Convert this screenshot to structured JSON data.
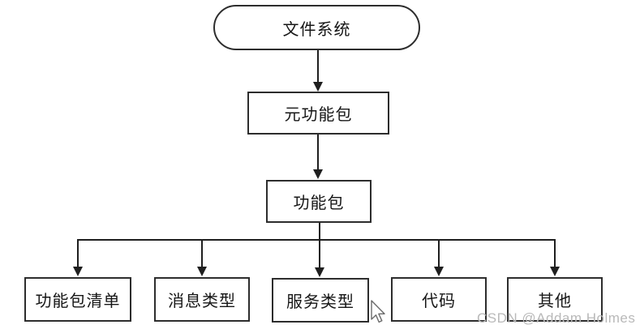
{
  "flowchart": {
    "root": {
      "label": "文件系统",
      "shape": "stadium"
    },
    "level2": {
      "label": "元功能包",
      "shape": "rect"
    },
    "level3": {
      "label": "功能包",
      "shape": "rect"
    },
    "children": [
      {
        "label": "功能包清单"
      },
      {
        "label": "消息类型"
      },
      {
        "label": "服务类型"
      },
      {
        "label": "代码"
      },
      {
        "label": "其他"
      }
    ]
  },
  "watermark": {
    "text": "CSDN @Addam Holmes"
  },
  "cursor": {
    "icon": "mouse-arrow-pointer-icon"
  },
  "colors": {
    "background": "#ffffff",
    "node_border": "#2d2d2d",
    "node_fill": "#ffffff",
    "connector": "#1f1f1f",
    "text": "#161616",
    "watermark": "#b9b9b9"
  }
}
